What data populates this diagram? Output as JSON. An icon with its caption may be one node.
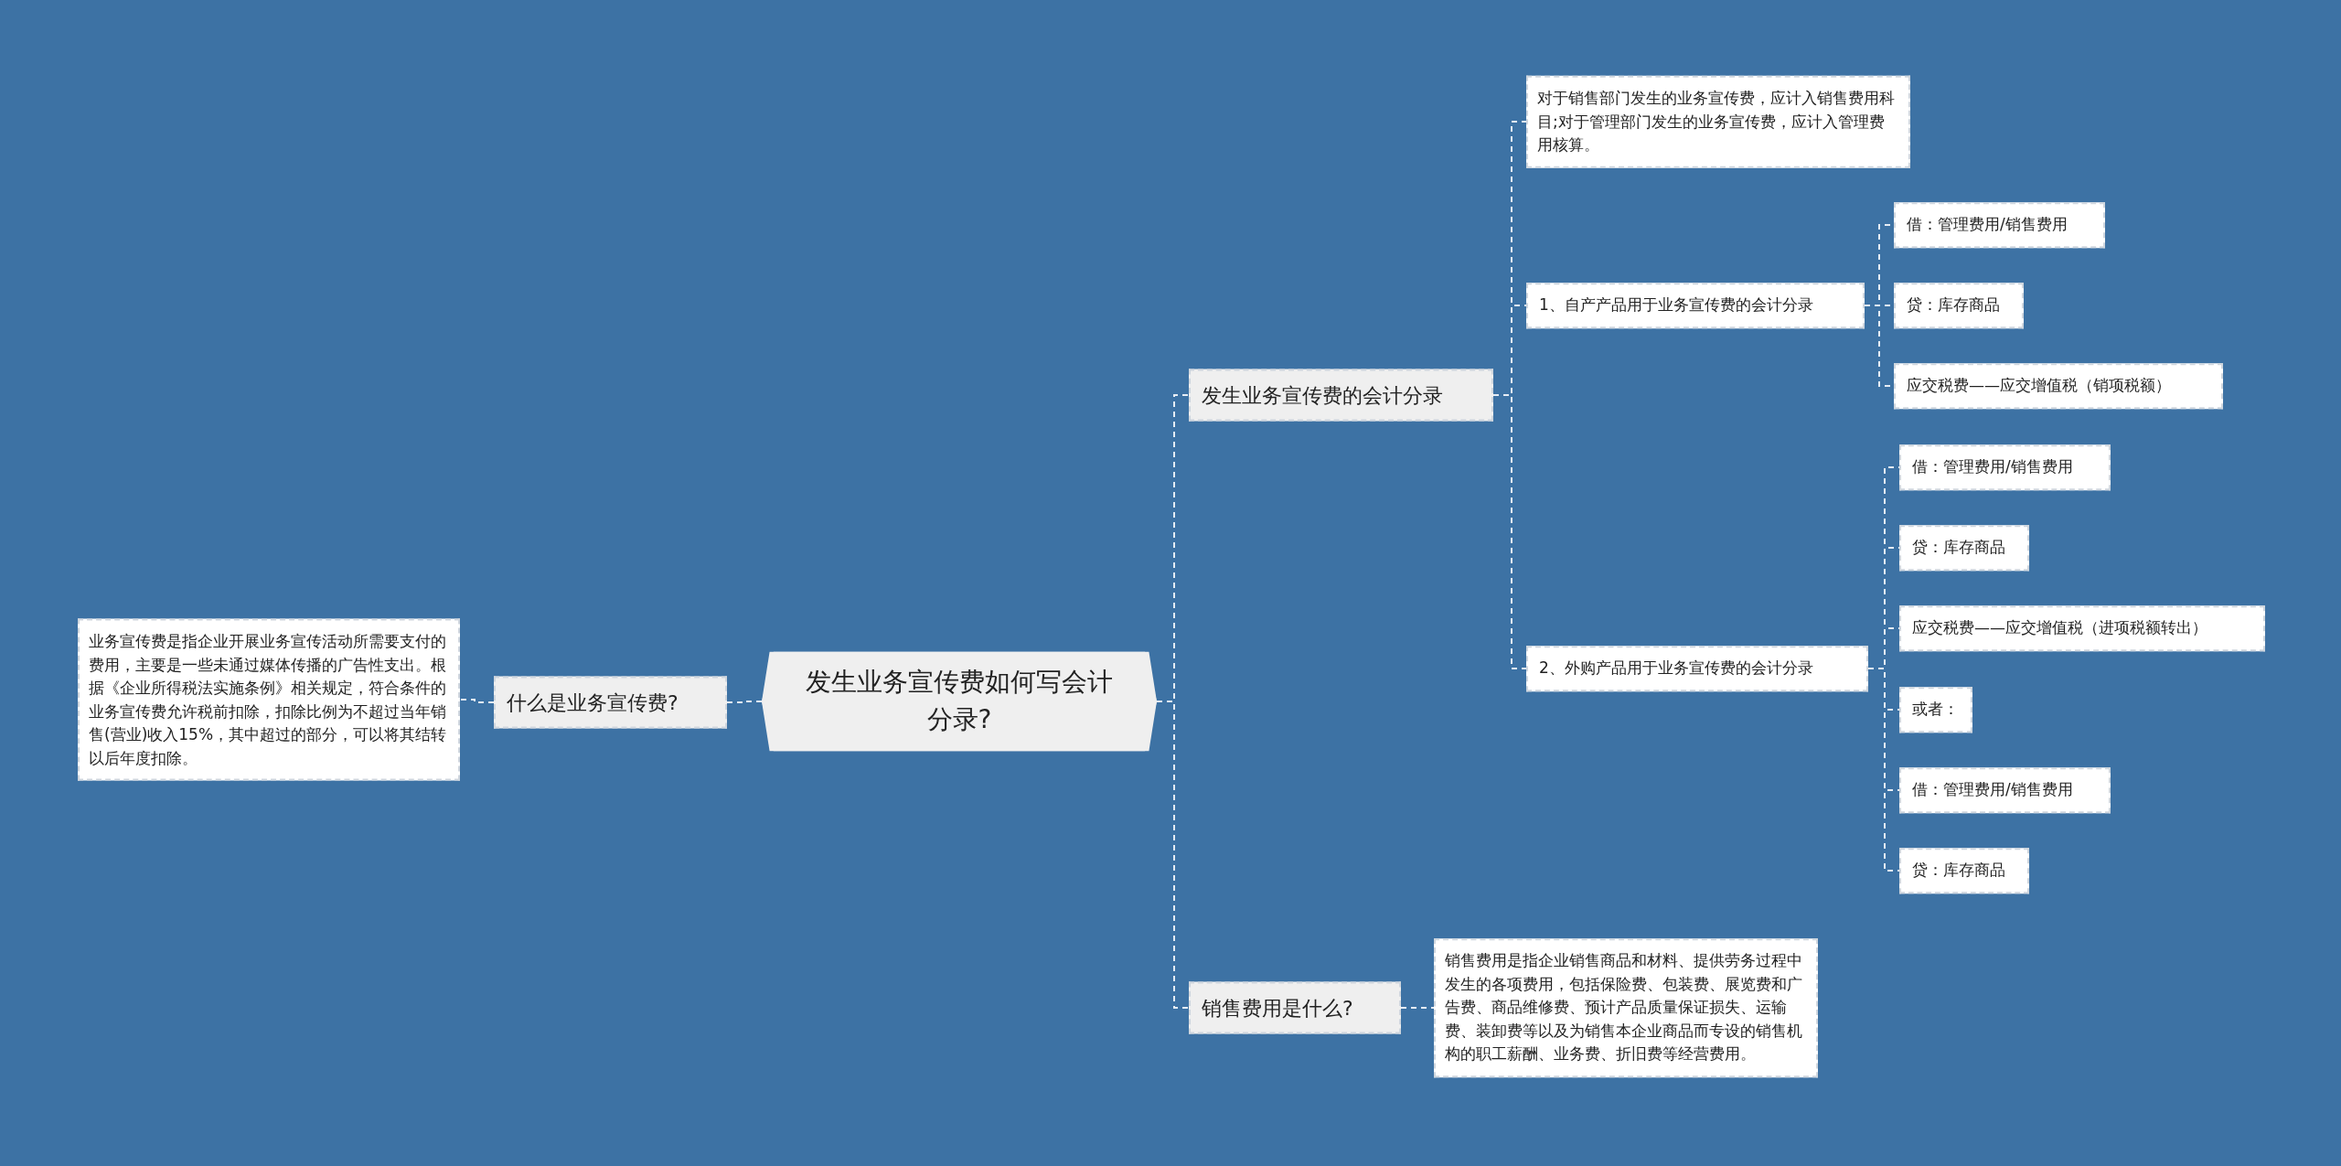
{
  "diagram": {
    "nodes": [
      {
        "text": [
          "发生业务宣传费如何写会计分录?"
        ]
      },
      {
        "text": [
          "什么是业务宣传费?"
        ]
      },
      {
        "text": [
          "业务宣传费是指企业开展业务宣传活动所需要支付的费用，主要是一些未通过媒体传播的广告性支出。根据《企业所得税法实施条例》相关规定，符合条件的业务宣传费允许税前扣除，扣除比例为不超过当年销售(营业)收入15%，其中超过的部分，可以将其结转以后年度扣除。"
        ]
      },
      {
        "text": [
          "发生业务宣传费的会计分录"
        ]
      },
      {
        "text": [
          "对于销售部门发生的业务宣传费，应计入销售费用科目;对于管理部门发生的业务宣传费，应计入管理费用核算。"
        ]
      },
      {
        "text": [
          "1、自产产品用于业务宣传费的会计分录"
        ]
      },
      {
        "text": [
          "借：管理费用/销售费用"
        ]
      },
      {
        "text": [
          "贷：库存商品"
        ]
      },
      {
        "text": [
          "应交税费——应交增值税（销项税额）"
        ]
      },
      {
        "text": [
          "2、外购产品用于业务宣传费的会计分录"
        ]
      },
      {
        "text": [
          "借：管理费用/销售费用"
        ]
      },
      {
        "text": [
          "贷：库存商品"
        ]
      },
      {
        "text": [
          "应交税费——应交增值税（进项税额转出）"
        ]
      },
      {
        "text": [
          "或者："
        ]
      },
      {
        "text": [
          "借：管理费用/销售费用"
        ]
      },
      {
        "text": [
          "贷：库存商品"
        ]
      },
      {
        "text": [
          "销售费用是什么?"
        ]
      },
      {
        "text": [
          "销售费用是指企业销售商品和材料、提供劳务过程中发生的各项费用，包括保险费、包装费、展览费和广告费、商品维修费、预计产品质量保证损失、运输费、装卸费等以及为销售本企业商品而专设的销售机构的职工薪酬、业务费、折旧费等经营费用。"
        ]
      }
    ],
    "edges": [
      {
        "from": 0,
        "to": 1,
        "arrow": "none"
      },
      {
        "from": 1,
        "to": 2,
        "arrow": "none"
      },
      {
        "from": 0,
        "to": 3,
        "arrow": "none"
      },
      {
        "from": 0,
        "to": 16,
        "arrow": "none"
      },
      {
        "from": 3,
        "to": 4,
        "arrow": "none"
      },
      {
        "from": 3,
        "to": 5,
        "arrow": "none"
      },
      {
        "from": 3,
        "to": 9,
        "arrow": "none"
      },
      {
        "from": 5,
        "to": 6,
        "arrow": "none"
      },
      {
        "from": 5,
        "to": 7,
        "arrow": "none"
      },
      {
        "from": 5,
        "to": 8,
        "arrow": "none"
      },
      {
        "from": 9,
        "to": 10,
        "arrow": "none"
      },
      {
        "from": 9,
        "to": 11,
        "arrow": "none"
      },
      {
        "from": 9,
        "to": 12,
        "arrow": "none"
      },
      {
        "from": 9,
        "to": 13,
        "arrow": "none"
      },
      {
        "from": 9,
        "to": 14,
        "arrow": "none"
      },
      {
        "from": 9,
        "to": 15,
        "arrow": "none"
      },
      {
        "from": 16,
        "to": 17,
        "arrow": "none"
      }
    ]
  }
}
